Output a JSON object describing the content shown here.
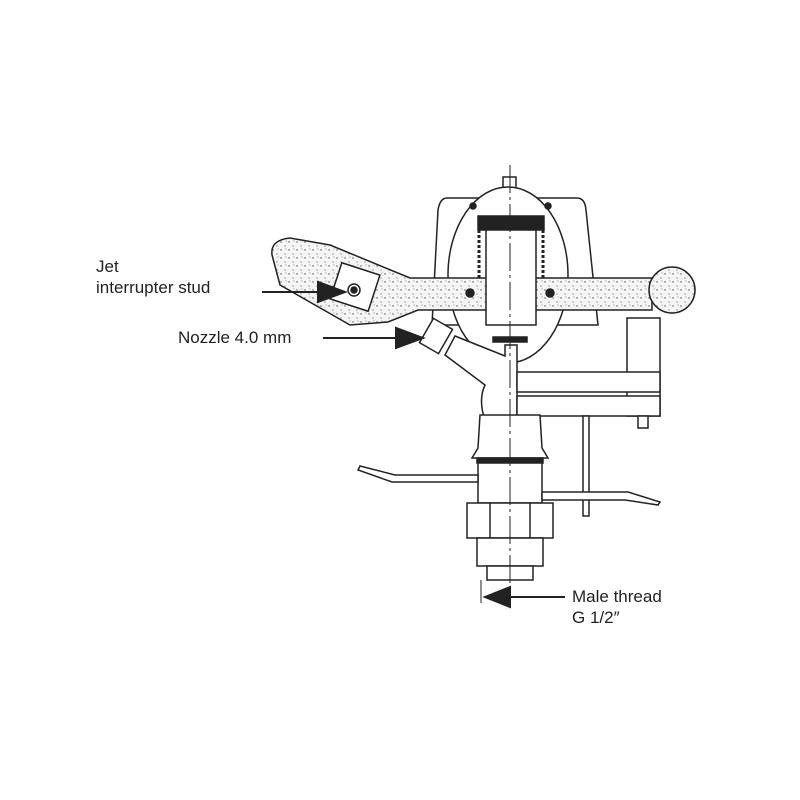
{
  "labels": {
    "jet_line1": "Jet",
    "jet_line2": "interrupter stud",
    "nozzle": "Nozzle 4.0 mm",
    "thread_line1": "Male thread",
    "thread_line2": "G 1/2″"
  },
  "colors": {
    "line": "#222222",
    "stipple_fill": "#eeeeee"
  }
}
